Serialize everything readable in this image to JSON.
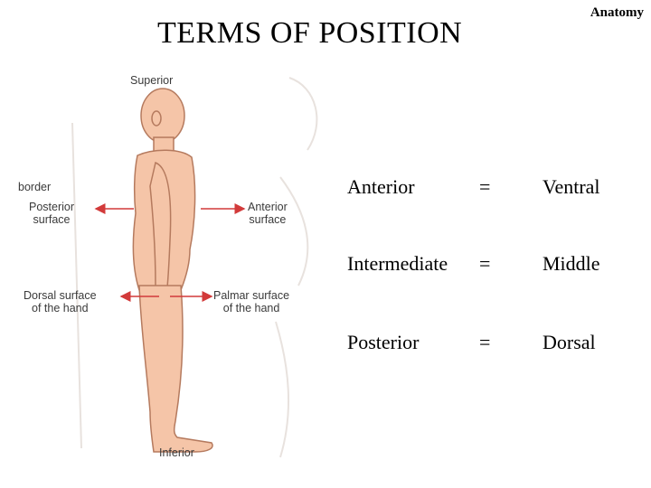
{
  "header": {
    "title": "TERMS OF POSITION",
    "corner_label": "Anatomy"
  },
  "figure": {
    "labels": {
      "superior": "Superior",
      "border": "border",
      "posterior_surface": "Posterior\nsurface",
      "anterior_surface": "Anterior\nsurface",
      "dorsal_surface": "Dorsal surface\nof the hand",
      "palmar_surface": "Palmar surface\nof the hand",
      "inferior": "Inferior"
    },
    "colors": {
      "skin": "#f5c5a8",
      "outline": "#b57a5e",
      "arrow": "#d23a3a"
    }
  },
  "terms": [
    {
      "term": "Anterior",
      "equals": "=",
      "synonym": "Ventral"
    },
    {
      "term": "Intermediate",
      "equals": "=",
      "synonym": "Middle"
    },
    {
      "term": "Posterior",
      "equals": "=",
      "synonym": "Dorsal"
    }
  ]
}
